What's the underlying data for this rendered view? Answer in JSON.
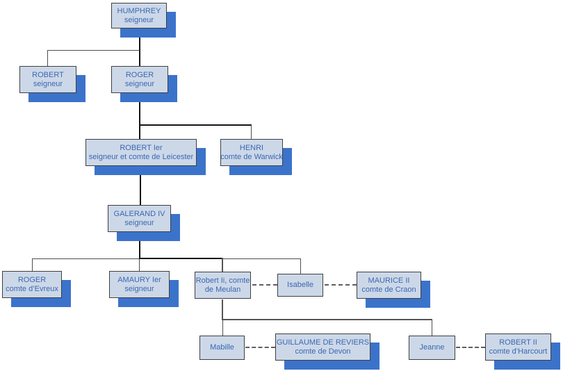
{
  "diagram": {
    "type": "family-tree",
    "background": "#ffffff",
    "colors": {
      "box_fill": "#ccd8e8",
      "box_border": "#3f3f3f",
      "box_text": "#3c67b1",
      "box_shadow": "#3b73cb",
      "line_main": "#141414",
      "line_branch": "#4d4d4d",
      "line_spouse_dashed": "#5e5e5e"
    },
    "nodes": {
      "humphrey": {
        "line1": "HUMPHREY",
        "line2": "seigneur"
      },
      "robert_seigneur": {
        "line1": "ROBERT",
        "line2": "seigneur"
      },
      "roger_seigneur": {
        "line1": "ROGER",
        "line2": "seigneur"
      },
      "robert_1er": {
        "line1": "ROBERT Ier",
        "line2": "seigneur et comte de Leicester"
      },
      "henri": {
        "line1": "HENRI",
        "line2": "comte de Warwick"
      },
      "galerand": {
        "line1": "GALERAND IV",
        "line2": "seigneur"
      },
      "roger_evreux": {
        "line1": "ROGER",
        "line2": "comte d’Evreux"
      },
      "amaury": {
        "line1": "AMAURY Ier",
        "line2": "seigneur"
      },
      "robert_meulan": {
        "line1": "Robert Ii, comte",
        "line2": "de Meulan"
      },
      "isabelle": {
        "line1": "Isabelle"
      },
      "maurice": {
        "line1": "MAURICE II",
        "line2": "comte de Craon"
      },
      "mabille": {
        "line1": "Mabille"
      },
      "guillaume": {
        "line1": "GUILLAUME DE REVIERS",
        "line2": "comte de Devon"
      },
      "jeanne": {
        "line1": "Jeanne"
      },
      "robert_harcourt": {
        "line1": "ROBERT II",
        "line2": "comte d’Harcourt"
      }
    },
    "relationships": {
      "parent_child": [
        {
          "parent": "humphrey",
          "children": [
            "robert_seigneur",
            "roger_seigneur"
          ]
        },
        {
          "parent": "roger_seigneur",
          "children": [
            "robert_1er",
            "henri"
          ]
        },
        {
          "parent": "robert_1er",
          "children": [
            "galerand"
          ]
        },
        {
          "parent": "galerand",
          "children": [
            "roger_evreux",
            "amaury",
            "robert_meulan",
            "isabelle"
          ]
        },
        {
          "parent": "robert_meulan",
          "children": [
            "mabille",
            "jeanne"
          ]
        }
      ],
      "spouse_dashed": [
        [
          "robert_meulan",
          "isabelle"
        ],
        [
          "isabelle",
          "maurice"
        ],
        [
          "mabille",
          "guillaume"
        ],
        [
          "jeanne",
          "robert_harcourt"
        ]
      ]
    }
  }
}
